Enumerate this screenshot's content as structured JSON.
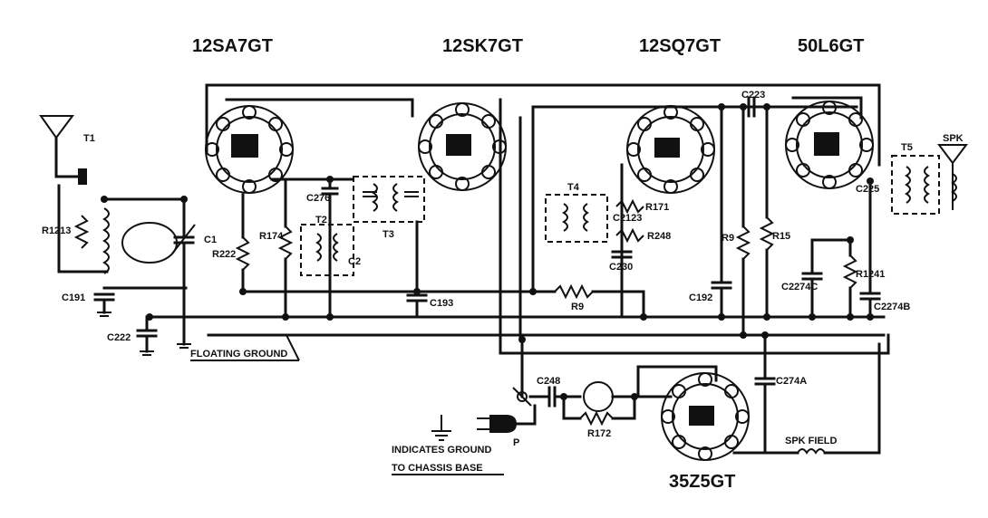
{
  "tubes": [
    {
      "id": "v1",
      "label": "12SA7GT"
    },
    {
      "id": "v2",
      "label": "12SK7GT"
    },
    {
      "id": "v3",
      "label": "12SQ7GT"
    },
    {
      "id": "v4",
      "label": "50L6GT"
    },
    {
      "id": "v5",
      "label": "35Z5GT"
    }
  ],
  "components": {
    "T1": "T1",
    "R1213": "R1213",
    "C191": "C191",
    "C222": "C222",
    "C1": "C1",
    "R222": "R222",
    "R174": "R174",
    "T2": "T2",
    "C2": "C2",
    "C276": "C276",
    "T3": "T3",
    "C193": "C193",
    "T4": "T4",
    "C2123": "C2123",
    "R171": "R171",
    "R248": "R248",
    "C230": "C230",
    "R9a": "R9",
    "R9b": "R9",
    "C192": "C192",
    "R15": "R15",
    "C223": "C223",
    "C2274C": "C2274C",
    "R1241": "R1241",
    "C2274B": "C2274B",
    "T5": "T5",
    "C225": "C225",
    "SPK": "SPK",
    "C274A": "C274A",
    "C248": "C248",
    "R172": "R172",
    "P": "P",
    "SPK_FIELD": "SPK FIELD"
  },
  "notes": {
    "floating_ground": "FLOATING GROUND",
    "ground_note_line1": "INDICATES GROUND",
    "ground_note_line2": "TO CHASSIS BASE"
  }
}
